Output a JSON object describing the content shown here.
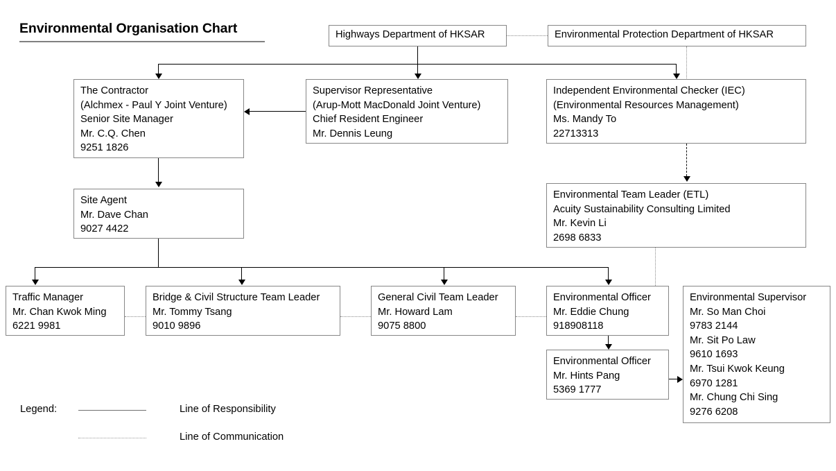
{
  "title": "Environmental Organisation Chart",
  "boxes": {
    "highways": {
      "lines": [
        "Highways Department of HKSAR"
      ]
    },
    "epd": {
      "lines": [
        "Environmental Protection Department of HKSAR"
      ]
    },
    "contractor": {
      "lines": [
        "The Contractor",
        "(Alchmex - Paul Y Joint Venture)",
        "Senior Site Manager",
        "Mr. C.Q. Chen",
        "9251 1826"
      ]
    },
    "supervisor_rep": {
      "lines": [
        "Supervisor Representative",
        "(Arup-Mott MacDonald Joint Venture)",
        "Chief Resident Engineer",
        "Mr. Dennis Leung"
      ]
    },
    "iec": {
      "lines": [
        "Independent Environmental Checker (IEC)",
        "(Environmental Resources Management)",
        "Ms. Mandy To",
        "22713313"
      ]
    },
    "site_agent": {
      "lines": [
        "Site Agent",
        "Mr. Dave Chan",
        "9027 4422"
      ]
    },
    "etl": {
      "lines": [
        "Environmental Team Leader (ETL)",
        "Acuity Sustainability Consulting Limited",
        "Mr. Kevin Li",
        "2698 6833"
      ]
    },
    "traffic_manager": {
      "lines": [
        "Traffic Manager",
        "Mr. Chan Kwok Ming",
        "6221 9981"
      ]
    },
    "bridge_civil": {
      "lines": [
        "Bridge & Civil Structure Team Leader",
        "Mr. Tommy Tsang",
        "9010 9896"
      ]
    },
    "general_civil": {
      "lines": [
        "General Civil Team Leader",
        "Mr. Howard Lam",
        "9075 8800"
      ]
    },
    "env_officer_1": {
      "lines": [
        "Environmental Officer",
        "Mr. Eddie Chung",
        "918908118"
      ]
    },
    "env_officer_2": {
      "lines": [
        "Environmental Officer",
        "Mr. Hints Pang",
        "5369 1777"
      ]
    },
    "env_supervisor": {
      "lines": [
        "Environmental Supervisor",
        "Mr. So Man Choi",
        "9783 2144",
        "Mr. Sit Po Law",
        "9610 1693",
        "Mr. Tsui Kwok Keung",
        "6970 1281",
        "Mr. Chung Chi Sing",
        "9276 6208"
      ]
    }
  },
  "legend": {
    "label": "Legend:",
    "responsibility": "Line of Responsibility",
    "communication": "Line of Communication"
  },
  "colors": {
    "box_border": "#868686",
    "connector": "#000000",
    "dotted_connector": "#8a8a8a",
    "title_rule": "#808080",
    "background": "#ffffff",
    "text": "#000000"
  }
}
